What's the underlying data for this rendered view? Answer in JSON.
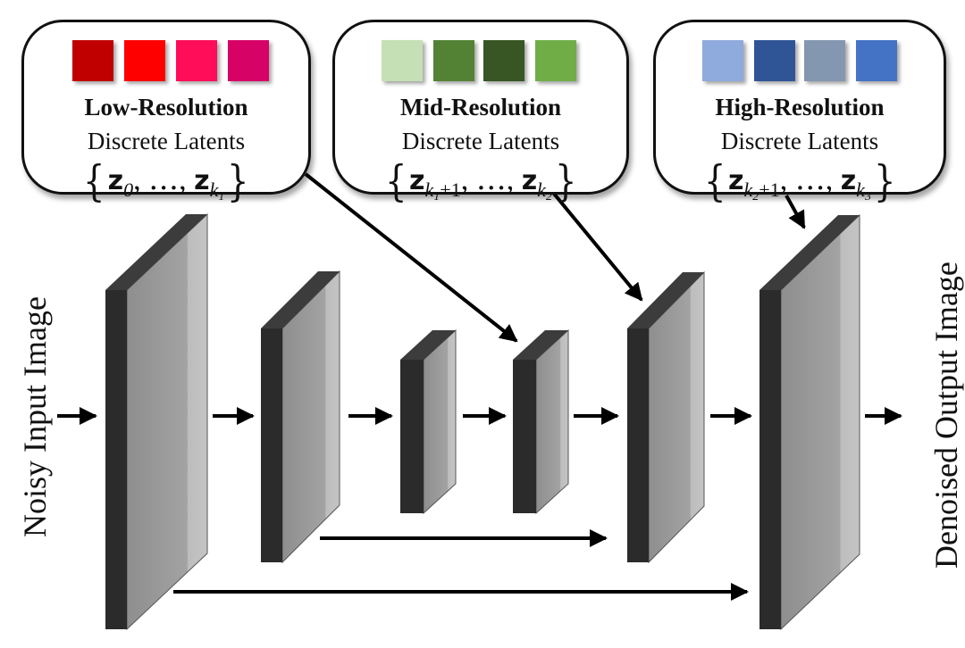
{
  "input_label": "Noisy Input Image",
  "output_label": "Denoised Output Image",
  "latent_groups": [
    {
      "title": "Low-Resolution",
      "subtitle": "Discrete Latents",
      "first": "0",
      "last": "1",
      "swatch_colors": [
        "#c00000",
        "#ff0000",
        "#ff0d59",
        "#d70265"
      ]
    },
    {
      "title": "Mid-Resolution",
      "subtitle": "Discrete Latents",
      "first_base": "1",
      "first_offset": "+1",
      "last": "2",
      "swatch_colors": [
        "#c5e0b4",
        "#548235",
        "#375623",
        "#70ad47"
      ]
    },
    {
      "title": "High-Resolution",
      "subtitle": "Discrete Latents",
      "first_base": "2",
      "first_offset": "+1",
      "last": "3",
      "swatch_colors": [
        "#8faadc",
        "#2f5597",
        "#8497b0",
        "#4472c4"
      ]
    }
  ],
  "colors": {
    "block_front": "#2b2b2b",
    "block_top": "#3c3c3c",
    "block_side": "#9d9d9d",
    "block_side_light": "#b8b8b8",
    "arrow": "#000000"
  }
}
